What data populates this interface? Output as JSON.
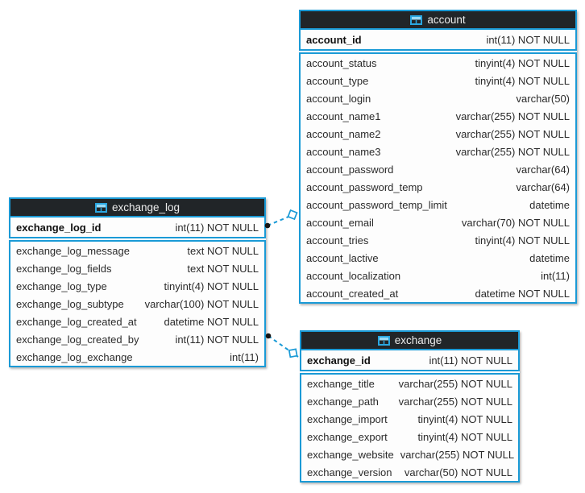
{
  "diagram": {
    "colors": {
      "table_border": "#1a9ad6",
      "header_bg": "#212528",
      "header_text": "#ececec",
      "row_bg": "#fdfdfd",
      "row_text": "#2b2b2b",
      "connector": "#1a9ad6",
      "connector_dot": "#141414",
      "icon_blue": "#2aa7e1",
      "icon_light_blue": "#9bdbf5"
    },
    "tables": [
      {
        "name": "account",
        "primary_key": {
          "name": "account_id",
          "type": "int(11) NOT NULL"
        },
        "fields": [
          {
            "name": "account_status",
            "type": "tinyint(4) NOT NULL"
          },
          {
            "name": "account_type",
            "type": "tinyint(4) NOT NULL"
          },
          {
            "name": "account_login",
            "type": "varchar(50)"
          },
          {
            "name": "account_name1",
            "type": "varchar(255) NOT NULL"
          },
          {
            "name": "account_name2",
            "type": "varchar(255) NOT NULL"
          },
          {
            "name": "account_name3",
            "type": "varchar(255) NOT NULL"
          },
          {
            "name": "account_password",
            "type": "varchar(64)"
          },
          {
            "name": "account_password_temp",
            "type": "varchar(64)"
          },
          {
            "name": "account_password_temp_limit",
            "type": "datetime"
          },
          {
            "name": "account_email",
            "type": "varchar(70) NOT NULL"
          },
          {
            "name": "account_tries",
            "type": "tinyint(4) NOT NULL"
          },
          {
            "name": "account_lactive",
            "type": "datetime"
          },
          {
            "name": "account_localization",
            "type": "int(11)"
          },
          {
            "name": "account_created_at",
            "type": "datetime NOT NULL"
          }
        ]
      },
      {
        "name": "exchange_log",
        "primary_key": {
          "name": "exchange_log_id",
          "type": "int(11) NOT NULL"
        },
        "fields": [
          {
            "name": "exchange_log_message",
            "type": "text NOT NULL"
          },
          {
            "name": "exchange_log_fields",
            "type": "text NOT NULL"
          },
          {
            "name": "exchange_log_type",
            "type": "tinyint(4) NOT NULL"
          },
          {
            "name": "exchange_log_subtype",
            "type": "varchar(100) NOT NULL"
          },
          {
            "name": "exchange_log_created_at",
            "type": "datetime NOT NULL"
          },
          {
            "name": "exchange_log_created_by",
            "type": "int(11) NOT NULL"
          },
          {
            "name": "exchange_log_exchange",
            "type": "int(11)"
          }
        ]
      },
      {
        "name": "exchange",
        "primary_key": {
          "name": "exchange_id",
          "type": "int(11) NOT NULL"
        },
        "fields": [
          {
            "name": "exchange_title",
            "type": "varchar(255) NOT NULL"
          },
          {
            "name": "exchange_path",
            "type": "varchar(255) NOT NULL"
          },
          {
            "name": "exchange_import",
            "type": "tinyint(4) NOT NULL"
          },
          {
            "name": "exchange_export",
            "type": "tinyint(4) NOT NULL"
          },
          {
            "name": "exchange_website",
            "type": "varchar(255) NOT NULL"
          },
          {
            "name": "exchange_version",
            "type": "varchar(50) NOT NULL"
          }
        ]
      }
    ],
    "relationships": [
      {
        "from_table": "exchange_log",
        "to_table": "account",
        "line_style": "dashed",
        "from_marker": "dot",
        "to_marker": "open-diamond"
      },
      {
        "from_table": "exchange_log",
        "to_table": "exchange",
        "line_style": "dashed",
        "from_marker": "dot",
        "to_marker": "open-diamond"
      }
    ]
  }
}
